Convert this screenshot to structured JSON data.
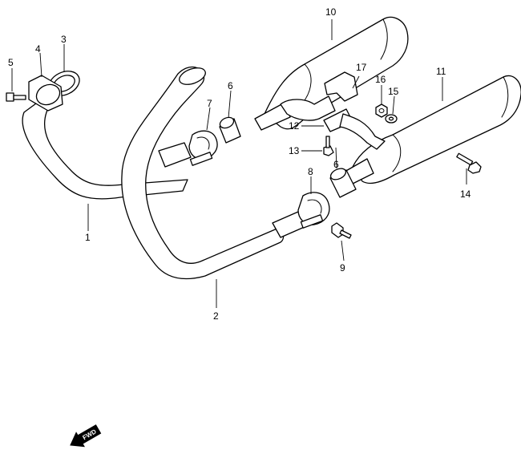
{
  "diagram": {
    "type": "exploded-parts-diagram",
    "callouts": {
      "p1": "1",
      "p2": "2",
      "p3": "3",
      "p4": "4",
      "p5": "5",
      "p6a": "6",
      "p6b": "6",
      "p7": "7",
      "p8": "8",
      "p9": "9",
      "p10": "10",
      "p11": "11",
      "p12": "12",
      "p13": "13",
      "p14": "14",
      "p15": "15",
      "p16": "16",
      "p17": "17"
    },
    "direction_marker": "FWD",
    "colors": {
      "line": "#000000",
      "background": "#ffffff"
    }
  }
}
